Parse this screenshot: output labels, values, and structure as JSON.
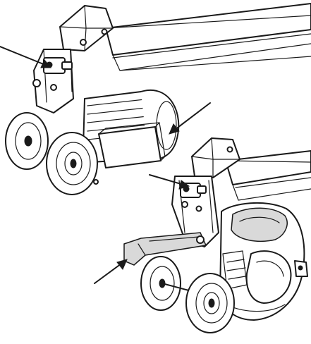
{
  "figure": {
    "background_color": "#ffffff",
    "line_color": "#1a1a1a",
    "views": [
      {
        "name": "electric-log-splitter",
        "callouts": 2
      },
      {
        "name": "gasoline-log-splitter",
        "callouts": 2
      }
    ]
  }
}
